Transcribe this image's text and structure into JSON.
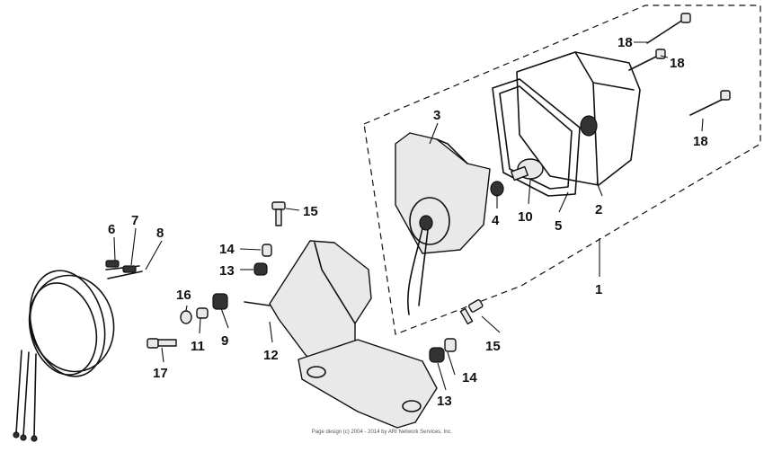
{
  "callouts": {
    "c1": "1",
    "c2": "2",
    "c3": "3",
    "c4": "4",
    "c5": "5",
    "c6": "6",
    "c7": "7",
    "c8": "8",
    "c9": "9",
    "c10": "10",
    "c11": "11",
    "c12": "12",
    "c13a": "13",
    "c13b": "13",
    "c14a": "14",
    "c14b": "14",
    "c15a": "15",
    "c15b": "15",
    "c16": "16",
    "c17": "17",
    "c18a": "18",
    "c18b": "18",
    "c18c": "18"
  },
  "footer": "Page design (c) 2004 - 2014 by ARI Network Services, Inc.",
  "colors": {
    "ink": "#111111",
    "background": "#ffffff"
  }
}
